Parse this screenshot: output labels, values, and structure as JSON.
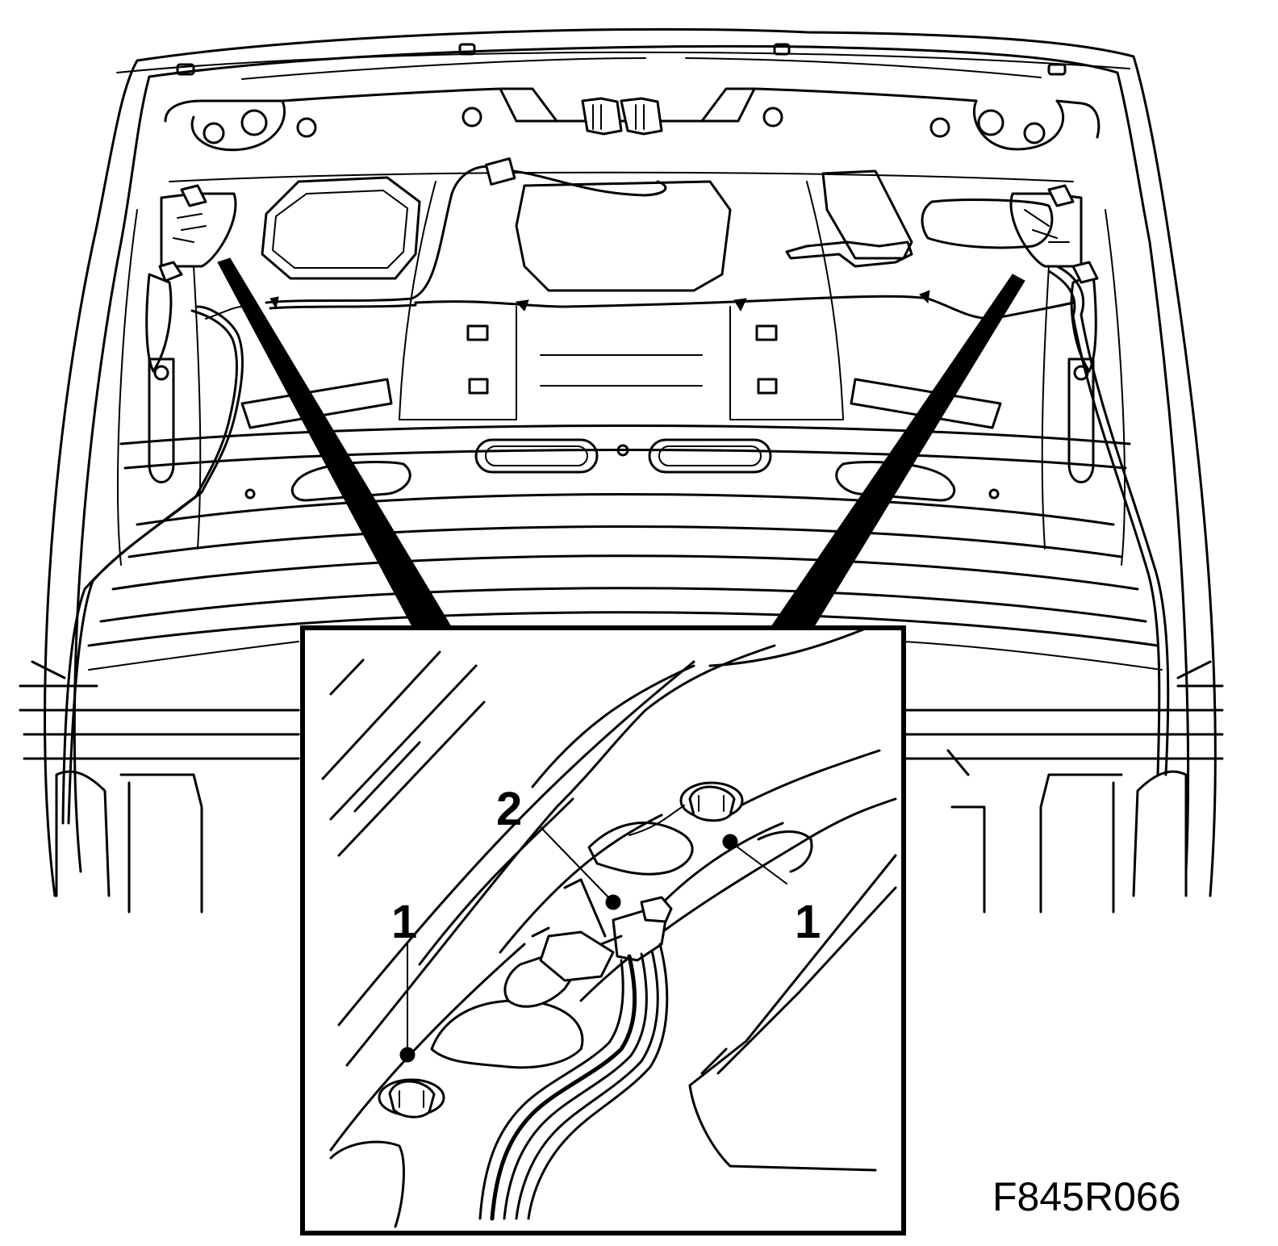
{
  "figure": {
    "code": "F845R066",
    "callouts": {
      "left_clip": "1",
      "connector": "2",
      "right_clip": "1"
    }
  }
}
